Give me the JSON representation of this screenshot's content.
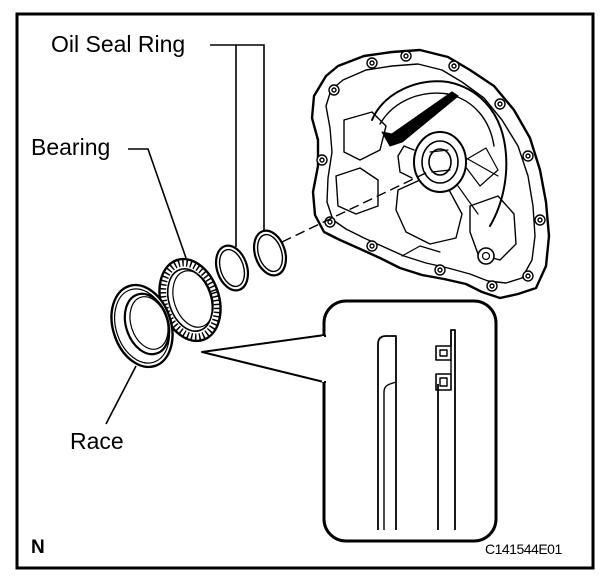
{
  "callouts": {
    "oil_seal_ring": "Oil Seal Ring",
    "bearing": "Bearing",
    "race": "Race"
  },
  "orientation_mark": "N",
  "figure_code": "C141544E01",
  "colors": {
    "line": "#000000",
    "background": "#ffffff"
  }
}
